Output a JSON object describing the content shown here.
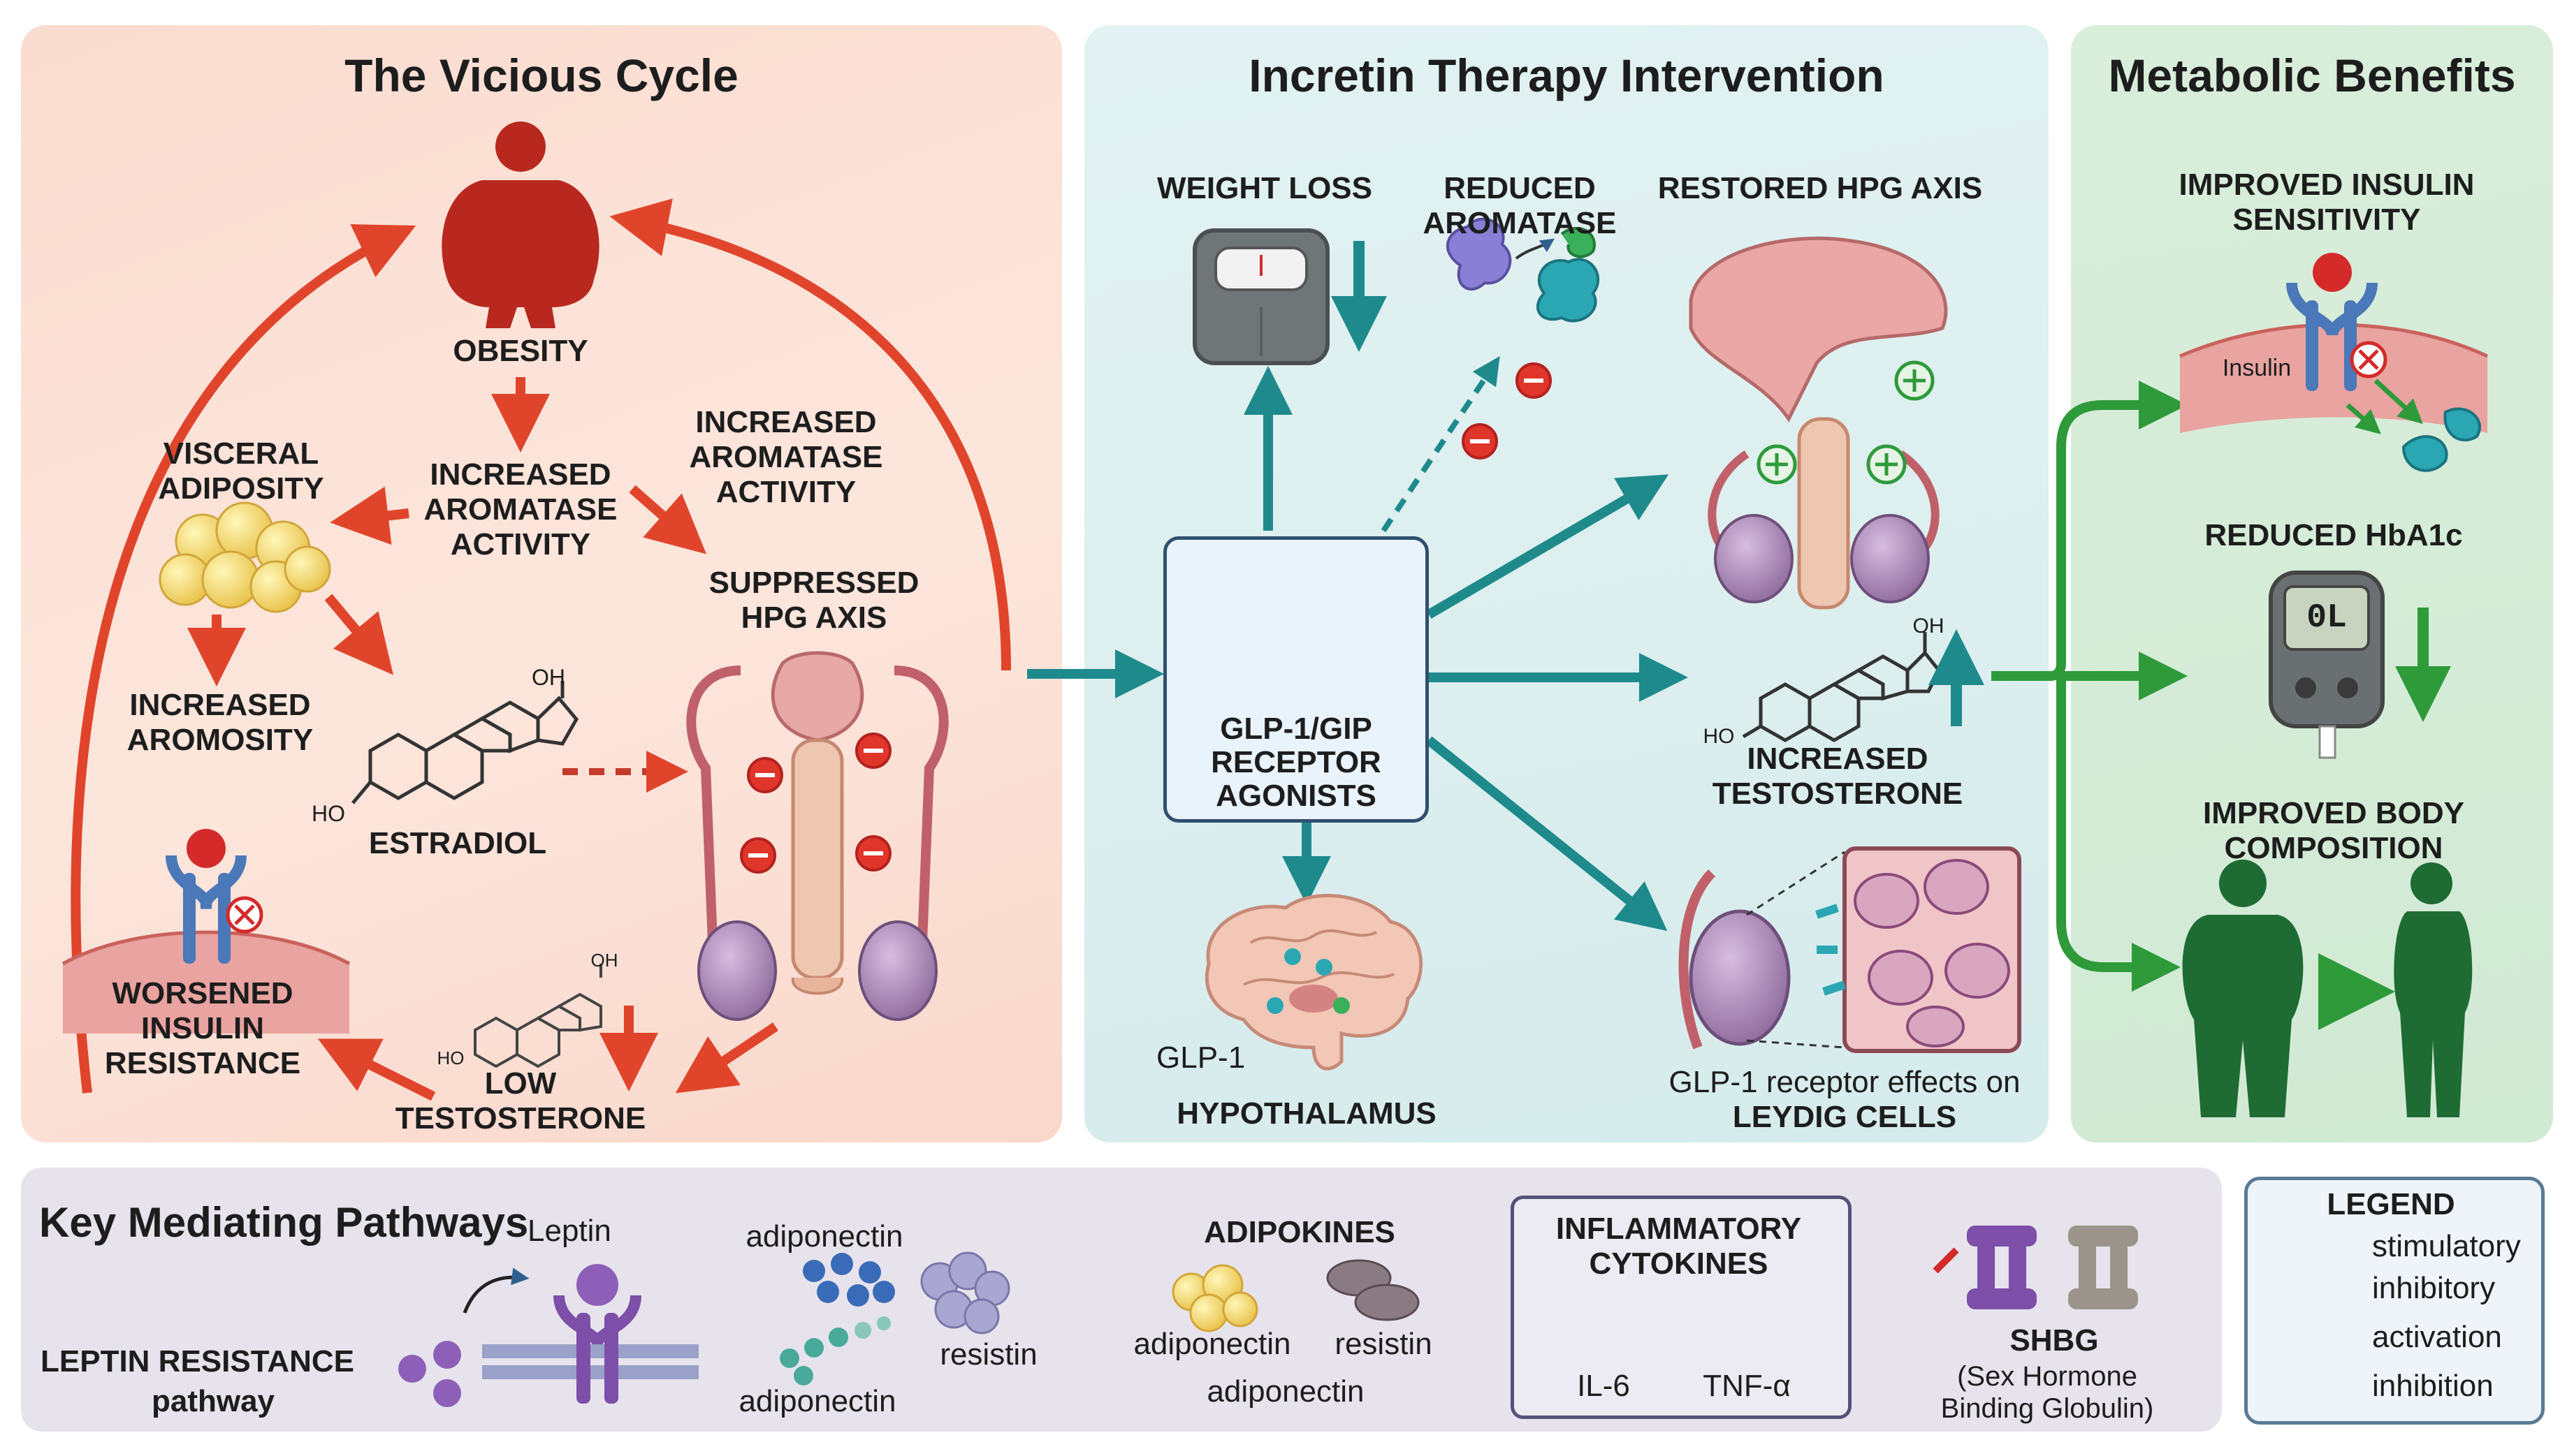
{
  "panels": {
    "cycle_title": "The Vicious Cycle",
    "incretin_title": "Incretin Therapy Intervention",
    "benefits_title": "Metabolic Benefits",
    "pathways_title": "Key Mediating Pathways"
  },
  "cycle": {
    "obesity": "OBESITY",
    "increased_aromatase_center": "INCREASED AROMATASE ACTIVITY",
    "increased_aromatase_right": "INCREASED AROMATASE ACTIVITY",
    "visceral_adiposity": "VISCERAL ADIPOSITY",
    "suppressed_hpg": "SUPPRESSED HPG AXIS",
    "increased_aromosity": "INCREASED AROMOSITY",
    "estradiol": "ESTRADIOL",
    "estradiol_oh": "OH",
    "estradiol_ho": "HO",
    "worsened_insulin": "WORSENED INSULIN RESISTANCE",
    "low_testosterone": "LOW TESTOSTERONE",
    "low_t_oh": "OH",
    "low_t_ho": "HO"
  },
  "incretin": {
    "weight_loss": "WEIGHT LOSS",
    "reduced_aromatase": "REDUCED AROMATASE",
    "restored_hpg": "RESTORED HPG AXIS",
    "agonist_box": "GLP-1/GIP RECEPTOR AGONISTS",
    "increased_testosterone": "INCREASED TESTOSTERONE",
    "testosterone_oh": "OH",
    "testosterone_ho": "HO",
    "glp1_label": "GLP-1",
    "hypothalamus": "HYPOTHALAMUS",
    "leydig_caption": "GLP-1 receptor effects on",
    "leydig_cells": "LEYDIG CELLS"
  },
  "benefits": {
    "insulin_sensitivity": "IMPROVED INSULIN SENSITIVITY",
    "insulin_label": "Insulin",
    "reduced_hba1c": "REDUCED HbA1c",
    "meter_display": "0L",
    "body_composition": "IMPROVED BODY COMPOSITION"
  },
  "pathways": {
    "leptin": "Leptin",
    "leptin_resistance": "LEPTIN RESISTANCE",
    "pathway": "pathway",
    "adiponectin_top": "adiponectin",
    "adiponectin_bottom": "adiponectin",
    "resistin": "resistin",
    "adipokines_title": "ADIPOKINES",
    "adipokines_adiponectin": "adiponectin",
    "adipokines_resistin": "resistin",
    "adipokines_adiponectin2": "adiponectin",
    "inflammatory_title": "INFLAMMATORY CYTOKINES",
    "il6": "IL-6",
    "tnf": "TNF-α",
    "shbg": "SHBG",
    "shbg_full": "(Sex Hormone Binding Globulin)"
  },
  "legend": {
    "title": "LEGEND",
    "stimulatory": "stimulatory",
    "inhibitory": "inhibitory",
    "activation": "activation",
    "inhibition": "inhibition"
  },
  "colors": {
    "red_arrow": "#e0452b",
    "teal_arrow": "#1e8a8c",
    "green_arrow": "#2e9a3a",
    "navy": "#2f4f6f"
  }
}
